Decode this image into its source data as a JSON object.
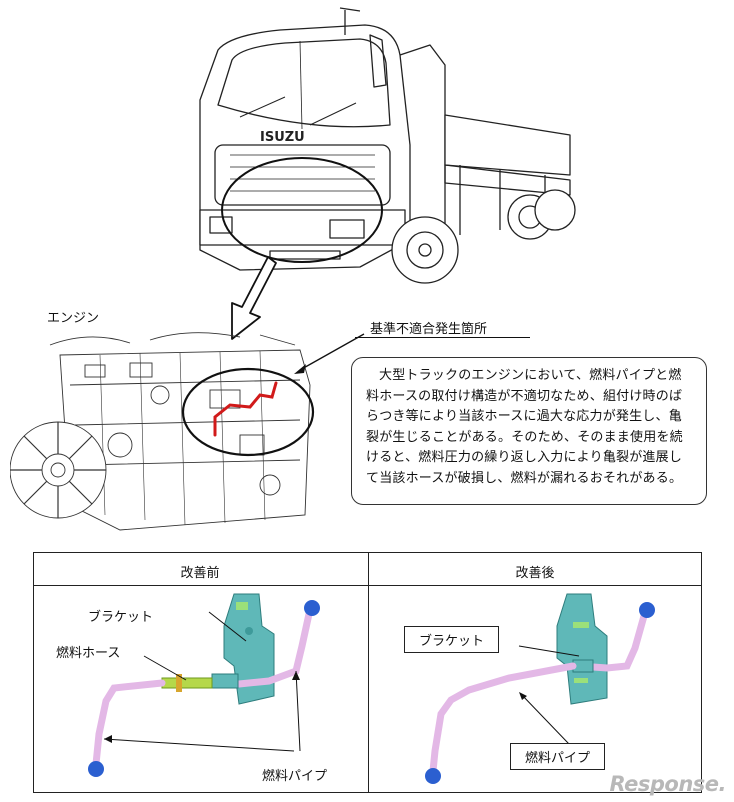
{
  "labels": {
    "engine": "エンジン",
    "defect_location": "基準不適合発生箇所",
    "truck_brand": "ISUZU"
  },
  "notice": {
    "text": "大型トラックのエンジンにおいて、燃料パイプと燃料ホースの取付け構造が不適切なため、組付け時のばらつき等により当該ホースに過大な応力が発生し、亀裂が生じることがある。そのため、そのまま使用を続けると、燃料圧力の繰り返し入力により亀裂が進展して当該ホースが破損し、燃料が漏れるおそれがある。"
  },
  "comparison": {
    "before_header": "改善前",
    "after_header": "改善後",
    "before": {
      "bracket_label": "ブラケット",
      "hose_label": "燃料ホース",
      "pipe_label": "燃料パイプ"
    },
    "after": {
      "bracket_label": "ブラケット",
      "pipe_label": "燃料パイプ"
    }
  },
  "watermark": "Response.",
  "colors": {
    "pipe": "#e3b8e6",
    "bracket": "#5fb8b8",
    "cap": "#2b5fd0",
    "hose": "#b5d84a",
    "highlight": "#d11a1a"
  }
}
